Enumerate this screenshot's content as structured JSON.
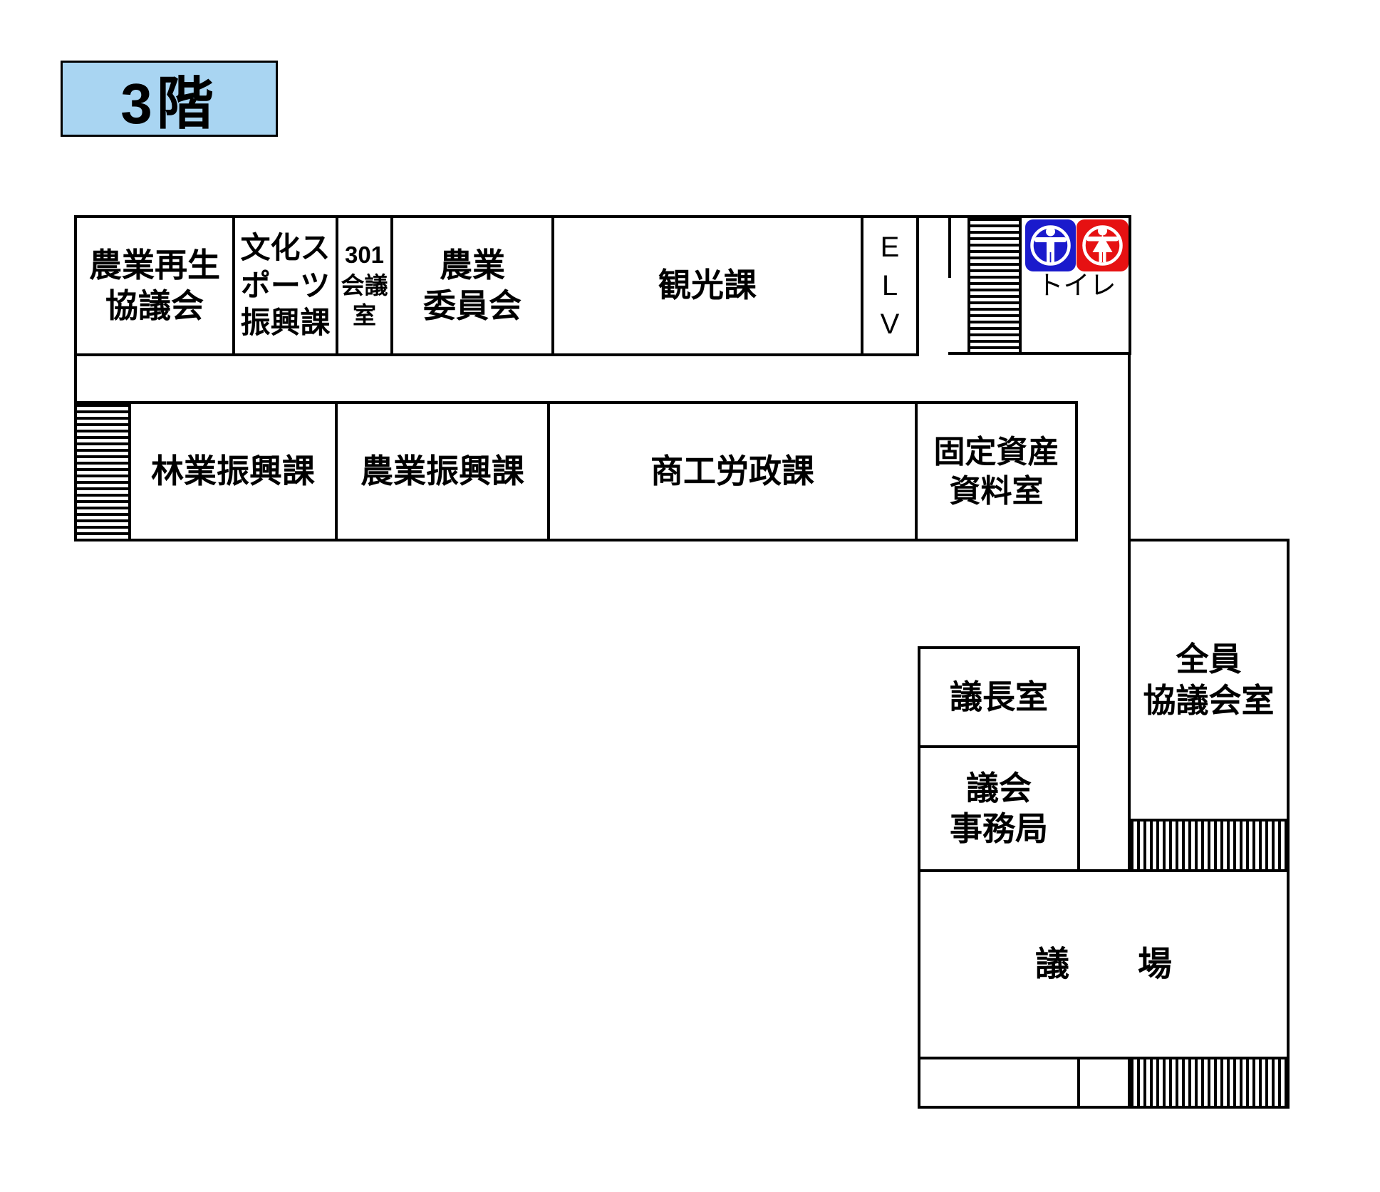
{
  "title": "3階",
  "colors": {
    "title_bg": "#a9d5f2",
    "male_icon": "#1a1acc",
    "female_icon": "#e61112"
  },
  "rooms": {
    "row1": {
      "nogyo_saisei_kyogikai": "農業再生\n協議会",
      "bunka_sports_shinkoka": "文化ス\nポーツ\n振興課",
      "kaigishitsu_301": "301\n会議\n室",
      "nogyo_iinkai": "農業\n委員会",
      "kankoka": "観光課",
      "elevator": "E\nL\nV"
    },
    "row2": {
      "ringyo_shinkoka": "林業振興課",
      "nogyo_shinkoka": "農業振興課",
      "shoko_roseika": "商工労政課",
      "kotei_shisan_shiryoshitsu": "固定資産\n資料室"
    },
    "south_wing": {
      "gichoshitsu": "議長室",
      "gikai_jimukyoku": "議会\n事務局",
      "zenin_kyogikaishitsu": "全員\n協議会室",
      "gijo": "議　　場"
    },
    "toilet": {
      "label": "トイレ"
    }
  }
}
